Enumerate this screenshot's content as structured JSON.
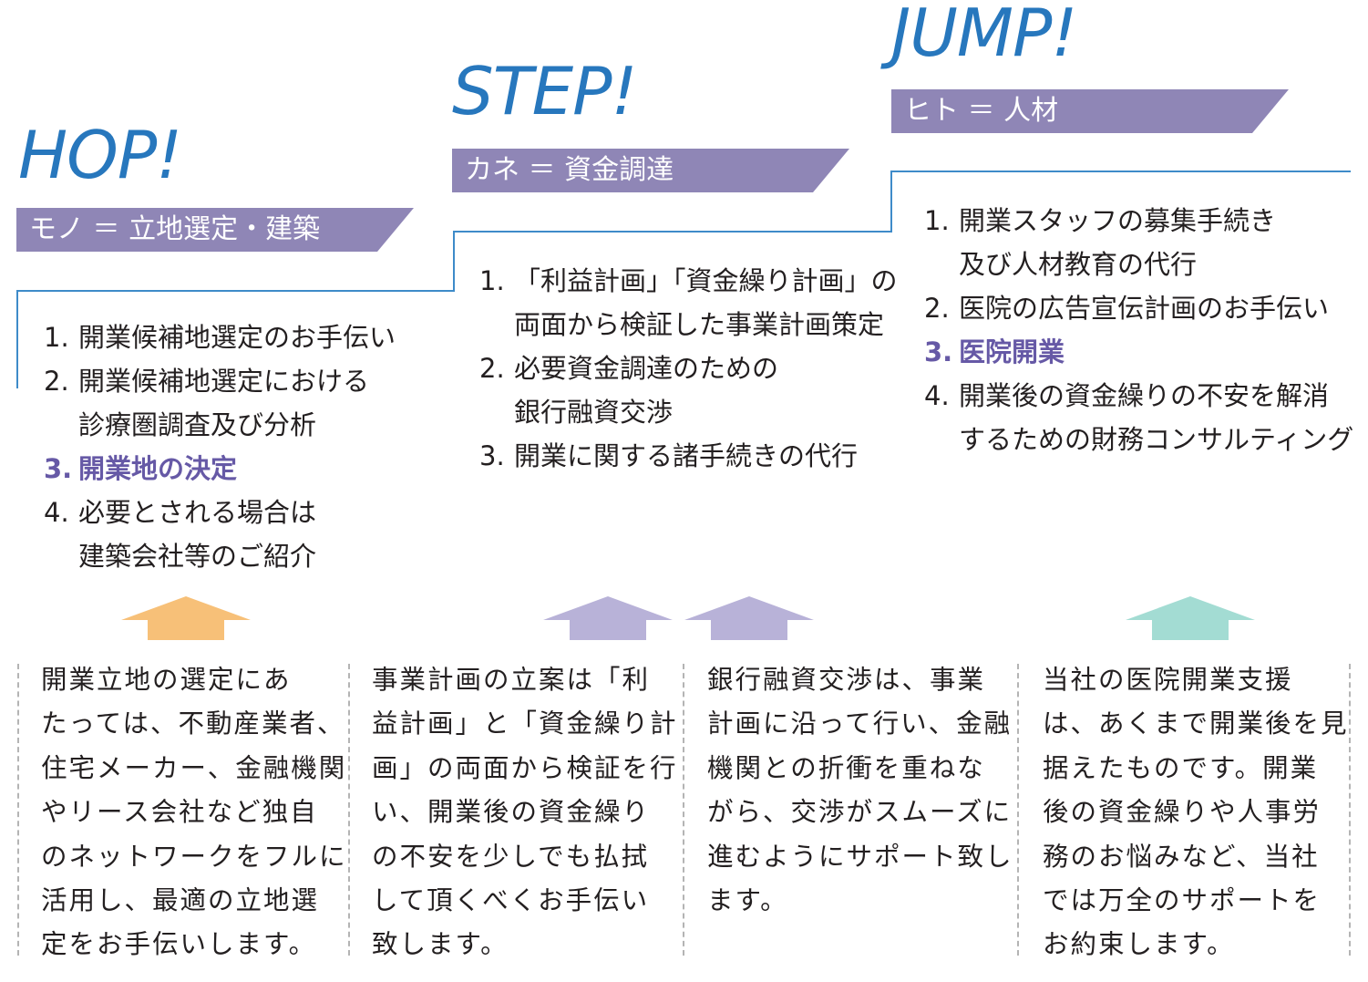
{
  "colors": {
    "title_blue": "#2777bd",
    "banner_purple": "#8f86b6",
    "line_blue": "#3e8bc9",
    "highlight_purple": "#6659a6",
    "arrow_orange": "#f7c078",
    "arrow_lavender": "#b8b2d8",
    "arrow_teal": "#a3dcd3",
    "divider_gray": "#b4b4b4"
  },
  "steps": [
    {
      "title": "HOP!",
      "banner": "モノ ＝ 立地選定・建築",
      "items": [
        {
          "num": "1.",
          "lines": [
            "開業候補地選定のお手伝い"
          ]
        },
        {
          "num": "2.",
          "lines": [
            "開業候補地選定における",
            "診療圏調査及び分析"
          ]
        },
        {
          "num": "3.",
          "lines": [
            "開業地の決定"
          ]
        },
        {
          "num": "4.",
          "lines": [
            "必要とされる場合は",
            "建築会社等のご紹介"
          ]
        }
      ]
    },
    {
      "title": "STEP!",
      "banner": "カネ ＝ 資金調達",
      "items": [
        {
          "num": "1.",
          "lines": [
            "「利益計画」「資金繰り計画」の",
            "両面から検証した事業計画策定"
          ]
        },
        {
          "num": "2.",
          "lines": [
            "必要資金調達のための",
            "銀行融資交渉"
          ]
        },
        {
          "num": "3.",
          "lines": [
            "開業に関する諸手続きの代行"
          ]
        }
      ]
    },
    {
      "title": "JUMP!",
      "banner": "ヒト ＝ 人材",
      "items": [
        {
          "num": "1.",
          "lines": [
            "開業スタッフの募集手続き",
            "及び人材教育の代行"
          ]
        },
        {
          "num": "2.",
          "lines": [
            "医院の広告宣伝計画のお手伝い"
          ]
        },
        {
          "num": "3.",
          "lines": [
            "医院開業"
          ]
        },
        {
          "num": "4.",
          "lines": [
            "開業後の資金繰りの不安を解消",
            "するための財務コンサルティング"
          ]
        }
      ]
    }
  ],
  "descriptions": [
    [
      "開業立地の選定にあ",
      "たっては、不動産業者、",
      "住宅メーカー、金融機関",
      "やリース会社など独自",
      "のネットワークをフルに",
      "活用し、最適の立地選",
      "定をお手伝いします。"
    ],
    [
      "事業計画の立案は「利",
      "益計画」と「資金繰り計",
      "画」の両面から検証を行",
      "い、開業後の資金繰り",
      "の不安を少しでも払拭",
      "して頂くべくお手伝い",
      "致します。"
    ],
    [
      "銀行融資交渉は、事業",
      "計画に沿って行い、金融",
      "機関との折衝を重ねな",
      "がら、交渉がスムーズに",
      "進むようにサポート致し",
      "ます。"
    ],
    [
      "当社の医院開業支援",
      "は、あくまで開業後を見",
      "据えたものです。開業",
      "後の資金繰りや人事労",
      "務のお悩みなど、当社",
      "では万全のサポートを",
      "お約束します。"
    ]
  ]
}
